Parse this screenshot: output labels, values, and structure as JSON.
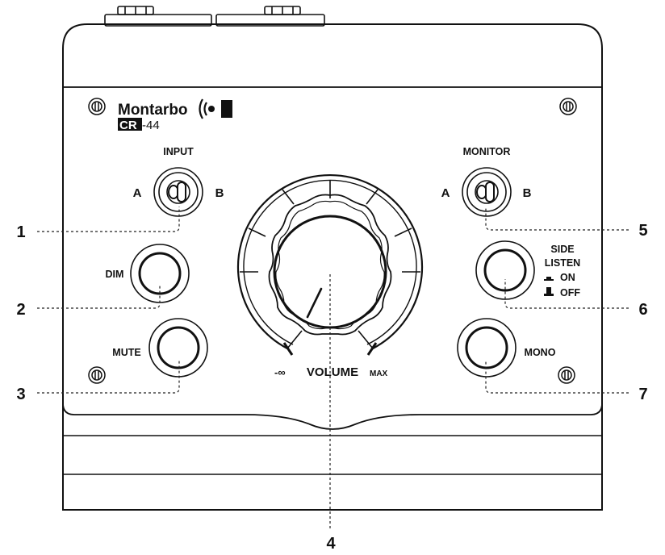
{
  "brand": {
    "name": "Montarbo",
    "model_prefix": "CR",
    "model_suffix": "-44",
    "logo_icon": "speaker-waves-icon"
  },
  "controls": {
    "input_label": "INPUT",
    "input_a": "A",
    "input_b": "B",
    "monitor_label": "MONITOR",
    "monitor_a": "A",
    "monitor_b": "B",
    "dim_label": "DIM",
    "mute_label": "MUTE",
    "side_listen_line1": "SIDE",
    "side_listen_line2": "LISTEN",
    "side_on": "ON",
    "side_off": "OFF",
    "mono_label": "MONO",
    "volume_label": "VOLUME",
    "volume_min": "-∞",
    "volume_max": "MAX"
  },
  "callouts": [
    "1",
    "2",
    "3",
    "4",
    "5",
    "6",
    "7"
  ],
  "colors": {
    "stroke": "#111111",
    "background": "#ffffff"
  }
}
